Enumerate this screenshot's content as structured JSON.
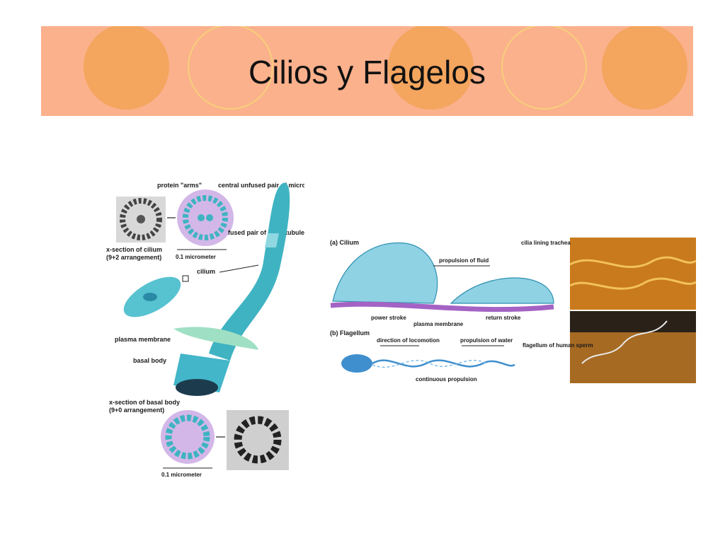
{
  "slide": {
    "title": "Cilios y Flagelos"
  },
  "left_figure": {
    "protein_arms": "protein \"arms\"",
    "central_pair": "central unfused pair of microtubules",
    "fused_pair": "fused pair of microtubules",
    "xsec_cilium": "x-section of cilium",
    "xsec_cilium_arr": "(9+2 arrangement)",
    "scale_top": "0.1 micrometer",
    "cilium": "cilium",
    "plasma_membrane": "plasma membrane",
    "basal_body": "basal body",
    "xsec_basal": "x-section of basal body",
    "xsec_basal_arr": "(9+0 arrangement)",
    "scale_bottom": "0.1 micrometer"
  },
  "right_figure": {
    "a_label": "(a) Cilium",
    "propulsion_fluid": "propulsion of fluid",
    "power_stroke": "power stroke",
    "plasma_membrane": "plasma membrane",
    "return_stroke": "return stroke",
    "b_label": "(b) Flagellum",
    "direction_locomotion": "direction of locomotion",
    "propulsion_water": "propulsion of water",
    "continuous_propulsion": "continuous propulsion",
    "cilia_lining": "cilia lining trachea",
    "flagellum_sperm": "flagellum of human sperm"
  },
  "colors": {
    "banner": "#fbb18c",
    "circle_fill": "#f4a55e",
    "cilium_teal": "#3fb3c2",
    "membrane_purple": "#a463c4"
  }
}
